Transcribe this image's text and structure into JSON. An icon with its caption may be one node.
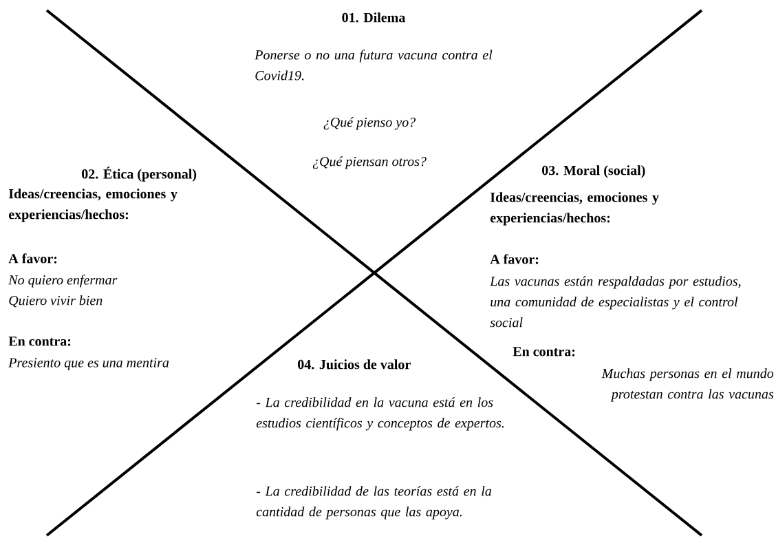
{
  "diagram": {
    "labels": [
      "01. Dilema",
      "Ponerse o no una futura vacuna contra el Covid19.",
      "¿Qué pienso yo?",
      "¿Qué piensan otros?",
      "02. Ética (personal)",
      "Ideas/creencias, emociones y experiencias/hechos:",
      "A favor:",
      "No quiero enfermar",
      "Quiero vivir bien",
      "En contra:",
      "Presiento que es una mentira",
      "03. Moral (social)",
      "Ideas/creencias, emociones y experiencias/hechos:",
      "A favor:",
      "Las vacunas están respaldadas por estudios, una comunidad de especialistas y el control social",
      "En contra:",
      "Muchas personas en el mundo protestan contra las vacunas",
      "04. Juicios de valor",
      "- La credibilidad en la vacuna está en los estudios científicos y conceptos de expertos.",
      "- La credibilidad de las teorías está en la cantidad de personas que las apoya."
    ]
  }
}
